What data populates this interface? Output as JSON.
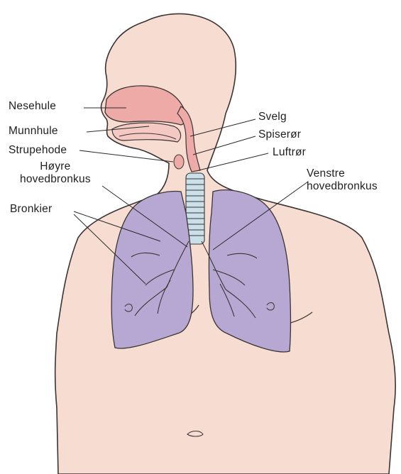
{
  "labels": {
    "nesehule": "Nesehule",
    "munnhule": "Munnhule",
    "strupehode": "Strupehode",
    "hoyre_line1": "Høyre",
    "hoyre_line2": "hovedbronkus",
    "bronkier": "Bronkier",
    "svelg": "Svelg",
    "spiseror": "Spiserør",
    "luftror": "Luftrør",
    "venstre_line1": "Venstre",
    "venstre_line2": "hovedbronkus"
  },
  "colors": {
    "skin": "#f7dcd2",
    "outline": "#3a3433",
    "cavity": "#eeaaa6",
    "lung": "#b7a8d3",
    "trachea_ring": "#c9e0ea"
  }
}
